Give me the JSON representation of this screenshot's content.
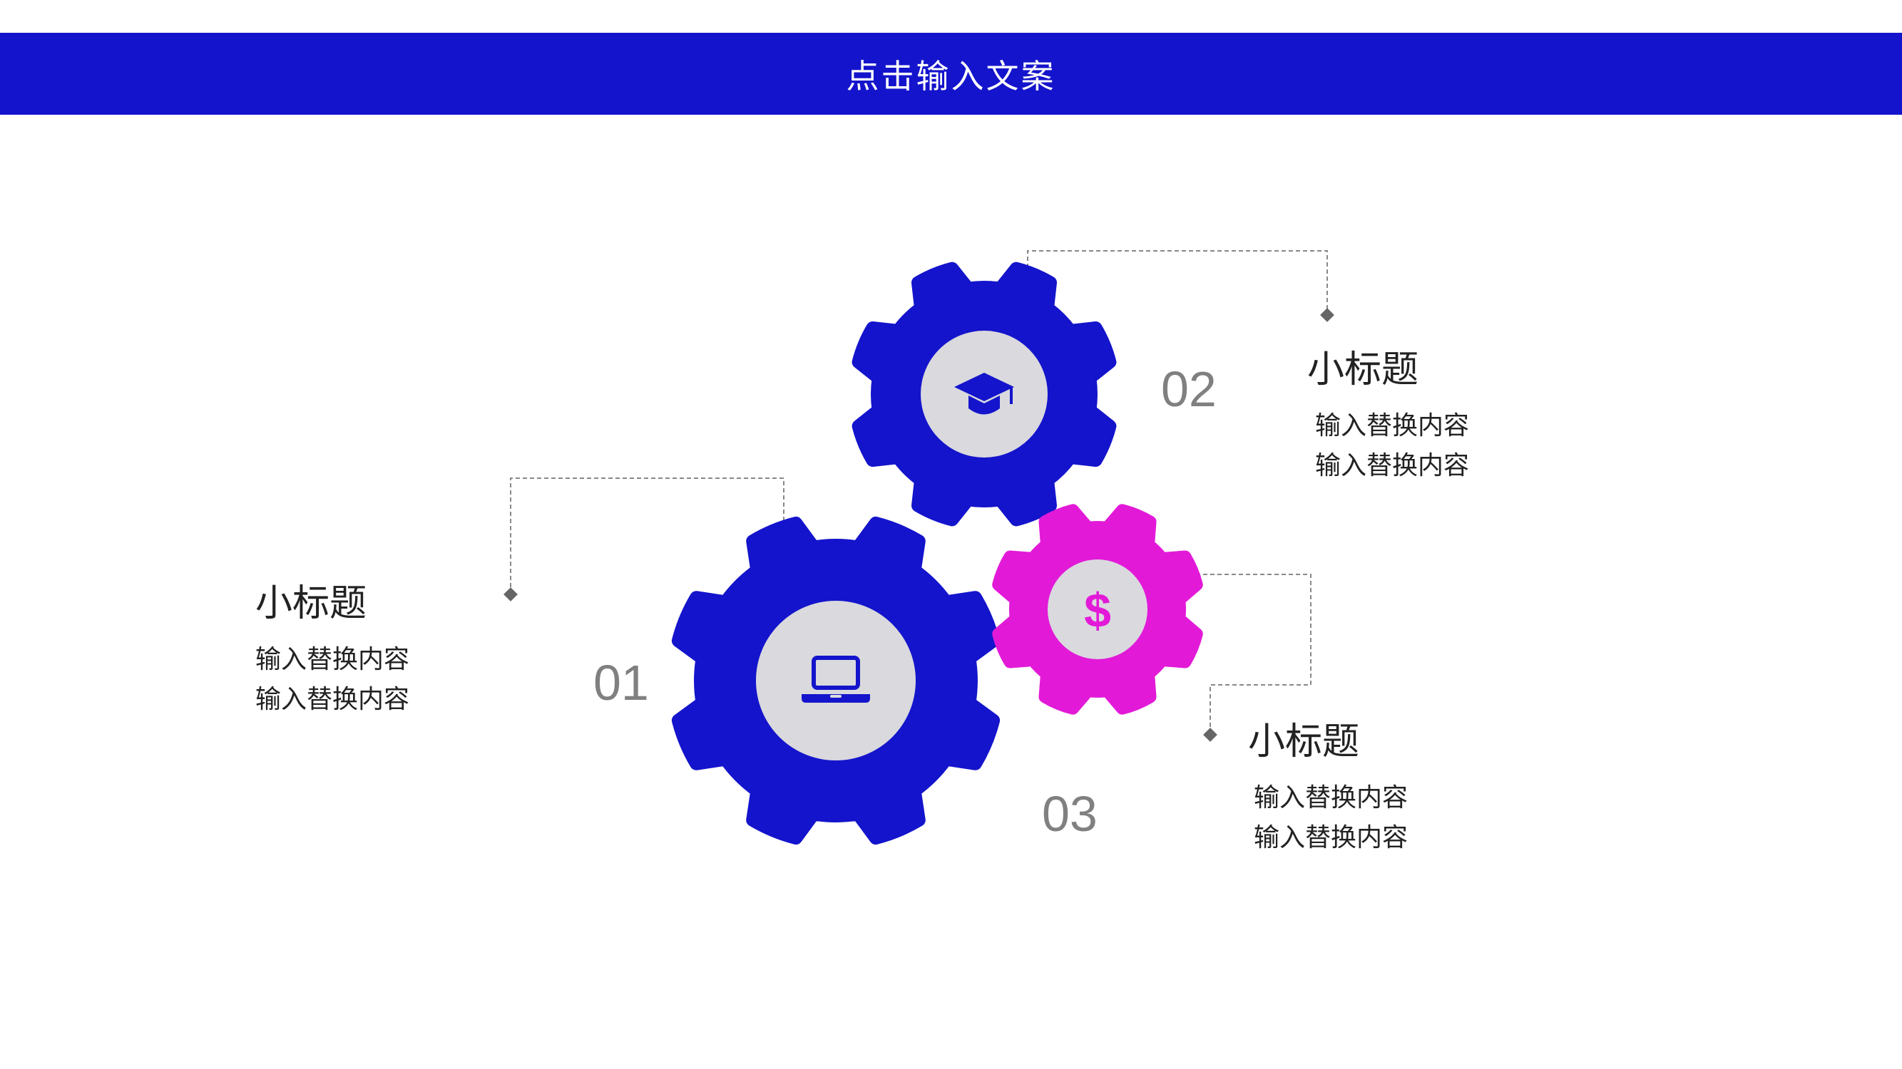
{
  "header": {
    "title": "点击输入文案"
  },
  "colors": {
    "primary": "#1414cc",
    "accent": "#e21ad8",
    "inner": "#d9d9de",
    "connector": "#888888",
    "number": "#808080"
  },
  "items": [
    {
      "number": "01",
      "title": "小标题",
      "desc": [
        "输入替换内容",
        "输入替换内容"
      ],
      "icon": "laptop-icon",
      "color": "primary"
    },
    {
      "number": "02",
      "title": "小标题",
      "desc": [
        "输入替换内容",
        "输入替换内容"
      ],
      "icon": "graduation-cap-icon",
      "color": "primary"
    },
    {
      "number": "03",
      "title": "小标题",
      "desc": [
        "输入替换内容",
        "输入替换内容"
      ],
      "icon": "dollar-icon",
      "color": "accent"
    }
  ]
}
